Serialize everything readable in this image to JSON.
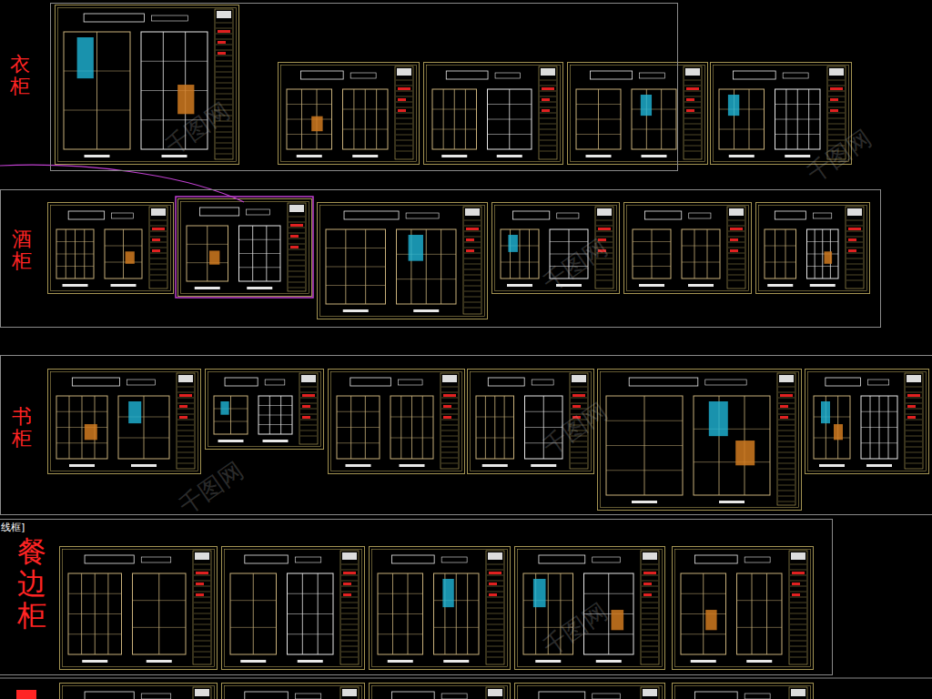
{
  "diagram": {
    "nodes": [
      {
        "text": [
          "衣柜"
        ]
      },
      {
        "text": [
          "酒柜"
        ]
      },
      {
        "text": [
          "书柜"
        ]
      },
      {
        "text": [
          "餐边柜"
        ]
      }
    ],
    "labels": [
      "线框]",
      "千图网",
      "千图网",
      "千图网",
      "千图网",
      "千图网",
      "千图网"
    ]
  }
}
